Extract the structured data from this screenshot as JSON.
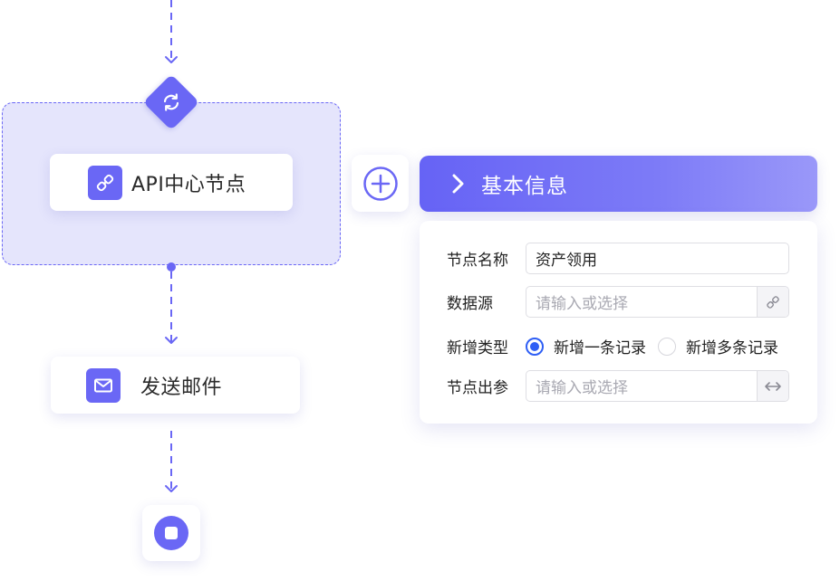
{
  "flow": {
    "loop_icon": "refresh-icon",
    "api_node": {
      "label": "API中心节点",
      "icon": "link-icon"
    },
    "mail_node": {
      "label": "发送邮件",
      "icon": "mail-icon"
    },
    "end_icon": "stop-icon",
    "add_icon": "plus-circle-icon"
  },
  "panel": {
    "title": "基本信息",
    "fields": {
      "node_name": {
        "label": "节点名称",
        "value": "资产领用"
      },
      "data_source": {
        "label": "数据源",
        "placeholder": "请输入或选择",
        "addon_icon": "link-icon"
      },
      "add_type": {
        "label": "新增类型",
        "options": [
          {
            "label": "新增一条记录",
            "checked": true
          },
          {
            "label": "新增多条记录",
            "checked": false
          }
        ]
      },
      "node_output": {
        "label": "节点出参",
        "placeholder": "请输入或选择",
        "addon_icon": "swap-icon"
      }
    }
  },
  "colors": {
    "accent": "#6a67f5",
    "group_fill": "#e5e5fc",
    "radio_active": "#2f5ff5"
  }
}
